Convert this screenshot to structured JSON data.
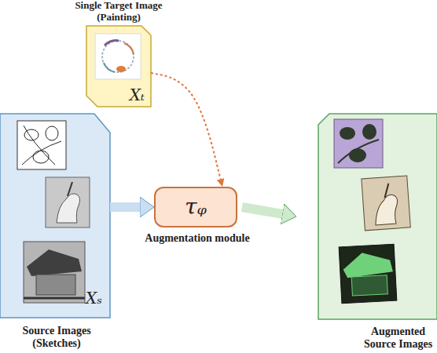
{
  "diagram": {
    "nodes": [
      {
        "text": [
          "Single Target Image (Painting)",
          "Xₜ"
        ]
      },
      {
        "text": [
          "Source Images (Sketches)",
          "Xₛ"
        ]
      },
      {
        "text": [
          "τᵩ",
          "Augmentation module"
        ]
      },
      {
        "text": [
          "Augmented Source Images"
        ]
      }
    ],
    "edges": [
      {
        "from": 1,
        "to": 2,
        "arrow": "to"
      },
      {
        "from": 2,
        "to": 3,
        "arrow": "to"
      },
      {
        "from": 0,
        "to": 2,
        "arrow": "to"
      }
    ]
  }
}
